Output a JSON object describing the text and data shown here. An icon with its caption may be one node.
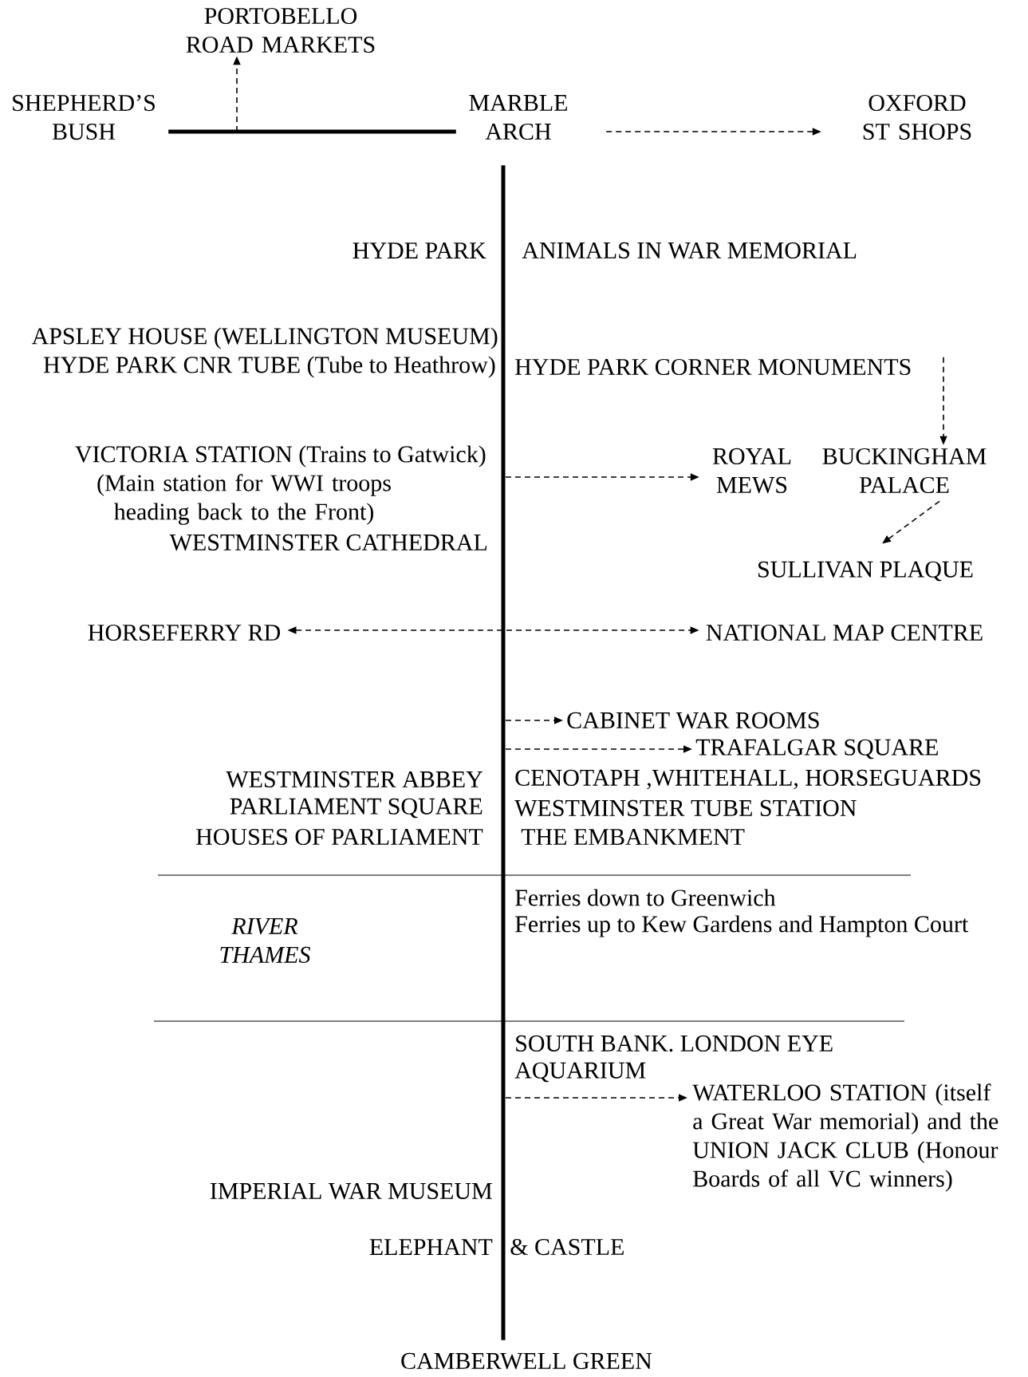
{
  "diagram": {
    "nodes": [
      {
        "text": [
          "PORTOBELLO ROAD MARKETS"
        ]
      },
      {
        "text": [
          "SHEPHERD’S BUSH"
        ]
      },
      {
        "text": [
          "MARBLE ARCH"
        ]
      },
      {
        "text": [
          "OXFORD ST SHOPS"
        ]
      },
      {
        "text": [
          "HYDE PARK CORNER MONUMENTS"
        ]
      },
      {
        "text": [
          "ROYAL MEWS"
        ]
      },
      {
        "text": [
          "BUCKINGHAM PALACE"
        ]
      },
      {
        "text": [
          "SULLIVAN PLAQUE"
        ]
      },
      {
        "text": [
          "HORSEFERRY RD"
        ]
      },
      {
        "text": [
          "NATIONAL MAP CENTRE"
        ]
      },
      {
        "text": [
          "CABINET WAR ROOMS"
        ]
      },
      {
        "text": [
          "TRAFALGAR SQUARE"
        ]
      },
      {
        "text": [
          "WATERLOO STATION (itself a Great War memorial) and the UNION JACK CLUB (Honour Boards of all VC winners)"
        ]
      },
      {
        "text": [
          "CAMBERWELL GREEN"
        ]
      }
    ],
    "edges": [
      {
        "from": 1,
        "to": 2,
        "arrow": "none",
        "style": "thick"
      },
      {
        "from": null,
        "to": 0,
        "arrow": "to",
        "style": "dashed"
      },
      {
        "from": 2,
        "to": 3,
        "arrow": "to",
        "style": "dashed"
      },
      {
        "from": 2,
        "to": 13,
        "arrow": "none",
        "style": "thick"
      },
      {
        "from": 4,
        "to": 6,
        "arrow": "to",
        "style": "dashed"
      },
      {
        "from": null,
        "to": 5,
        "arrow": "to",
        "style": "dashed"
      },
      {
        "from": 6,
        "to": 7,
        "arrow": "to",
        "style": "dashed"
      },
      {
        "from": 8,
        "to": 9,
        "arrow": "both",
        "style": "dashed"
      },
      {
        "from": null,
        "to": 10,
        "arrow": "to",
        "style": "dashed"
      },
      {
        "from": null,
        "to": 11,
        "arrow": "to",
        "style": "dashed"
      },
      {
        "from": null,
        "to": 12,
        "arrow": "to",
        "style": "dashed"
      }
    ],
    "labels": [
      "HYDE PARK",
      "ANIMALS IN WAR MEMORIAL",
      "APSLEY HOUSE (WELLINGTON MUSEUM)",
      "HYDE PARK CNR TUBE (Tube to Heathrow)",
      "VICTORIA STATION (Trains to Gatwick)",
      "(Main station for WWI troops heading back to the Front)",
      "WESTMINSTER CATHEDRAL",
      "WESTMINSTER ABBEY",
      "CENOTAPH ,WHITEHALL, HORSEGUARDS",
      "PARLIAMENT SQUARE",
      "WESTMINSTER TUBE STATION",
      "HOUSES OF PARLIAMENT",
      "THE EMBANKMENT",
      "Ferries down to Greenwich",
      "RIVER THAMES",
      "Ferries up to Kew Gardens and Hampton Court",
      "SOUTH BANK. LONDON EYE",
      "AQUARIUM",
      "IMPERIAL WAR MUSEUM",
      "ELEPHANT",
      "& CASTLE"
    ]
  }
}
